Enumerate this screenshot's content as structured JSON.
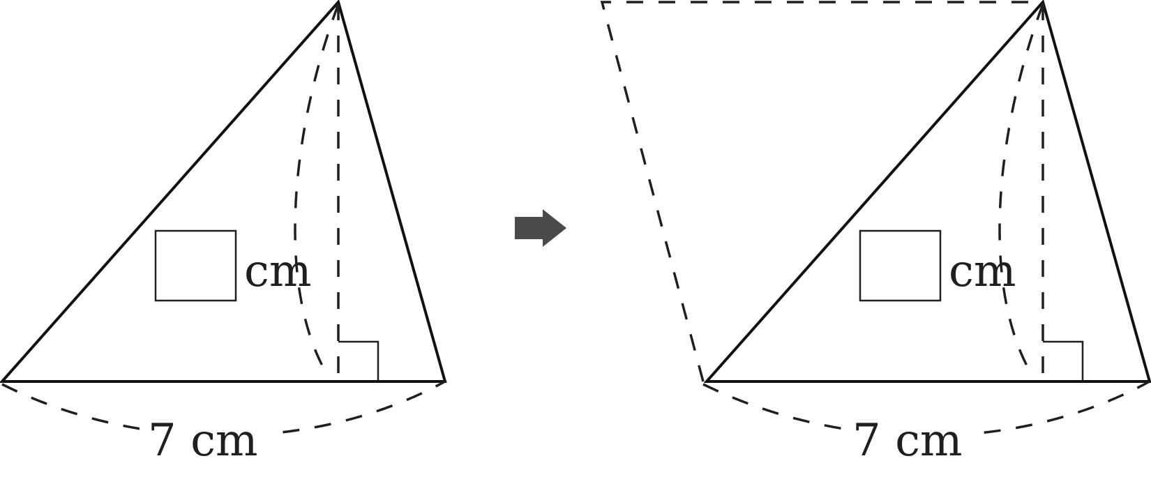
{
  "left_figure": {
    "base_label": "7 cm",
    "height_unit": "cm"
  },
  "right_figure": {
    "base_label": "7 cm",
    "height_unit": "cm"
  },
  "colors": {
    "triangle_fill": "#e0eab3",
    "arrow": "#4a4a4a",
    "stroke": "#111111"
  },
  "icons": {
    "arrow": "right-arrow-icon"
  }
}
